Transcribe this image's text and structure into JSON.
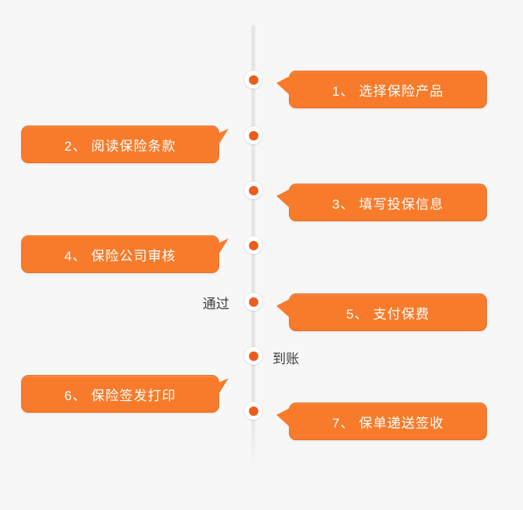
{
  "canvas": {
    "bg": "#f7f7f7"
  },
  "colors": {
    "canvas_bg": "#f7f7f7",
    "bubble": "#f87b2b",
    "bubble_border": "#ea6a1d",
    "bubble_text": "#ffffff",
    "dot": "#ee5c1c",
    "dot_ring": "#ffffff",
    "line": "#e8e5e2",
    "label_text": "#3d3d3d"
  },
  "timeline": {
    "steps": [
      {
        "label": "1、 选择保险产品",
        "side": "right"
      },
      {
        "label": "2、 阅读保险条款",
        "side": "left"
      },
      {
        "label": "3、 填写投保信息",
        "side": "right"
      },
      {
        "label": "4、 保险公司审核",
        "side": "left"
      },
      {
        "label": "5、 支付保费",
        "side": "right"
      },
      {
        "label": "6、 保险签发打印",
        "side": "left"
      },
      {
        "label": "7、 保单递送签收",
        "side": "right"
      }
    ],
    "annotations": [
      {
        "text": "通过",
        "side": "left"
      },
      {
        "text": "到账",
        "side": "right"
      }
    ]
  }
}
